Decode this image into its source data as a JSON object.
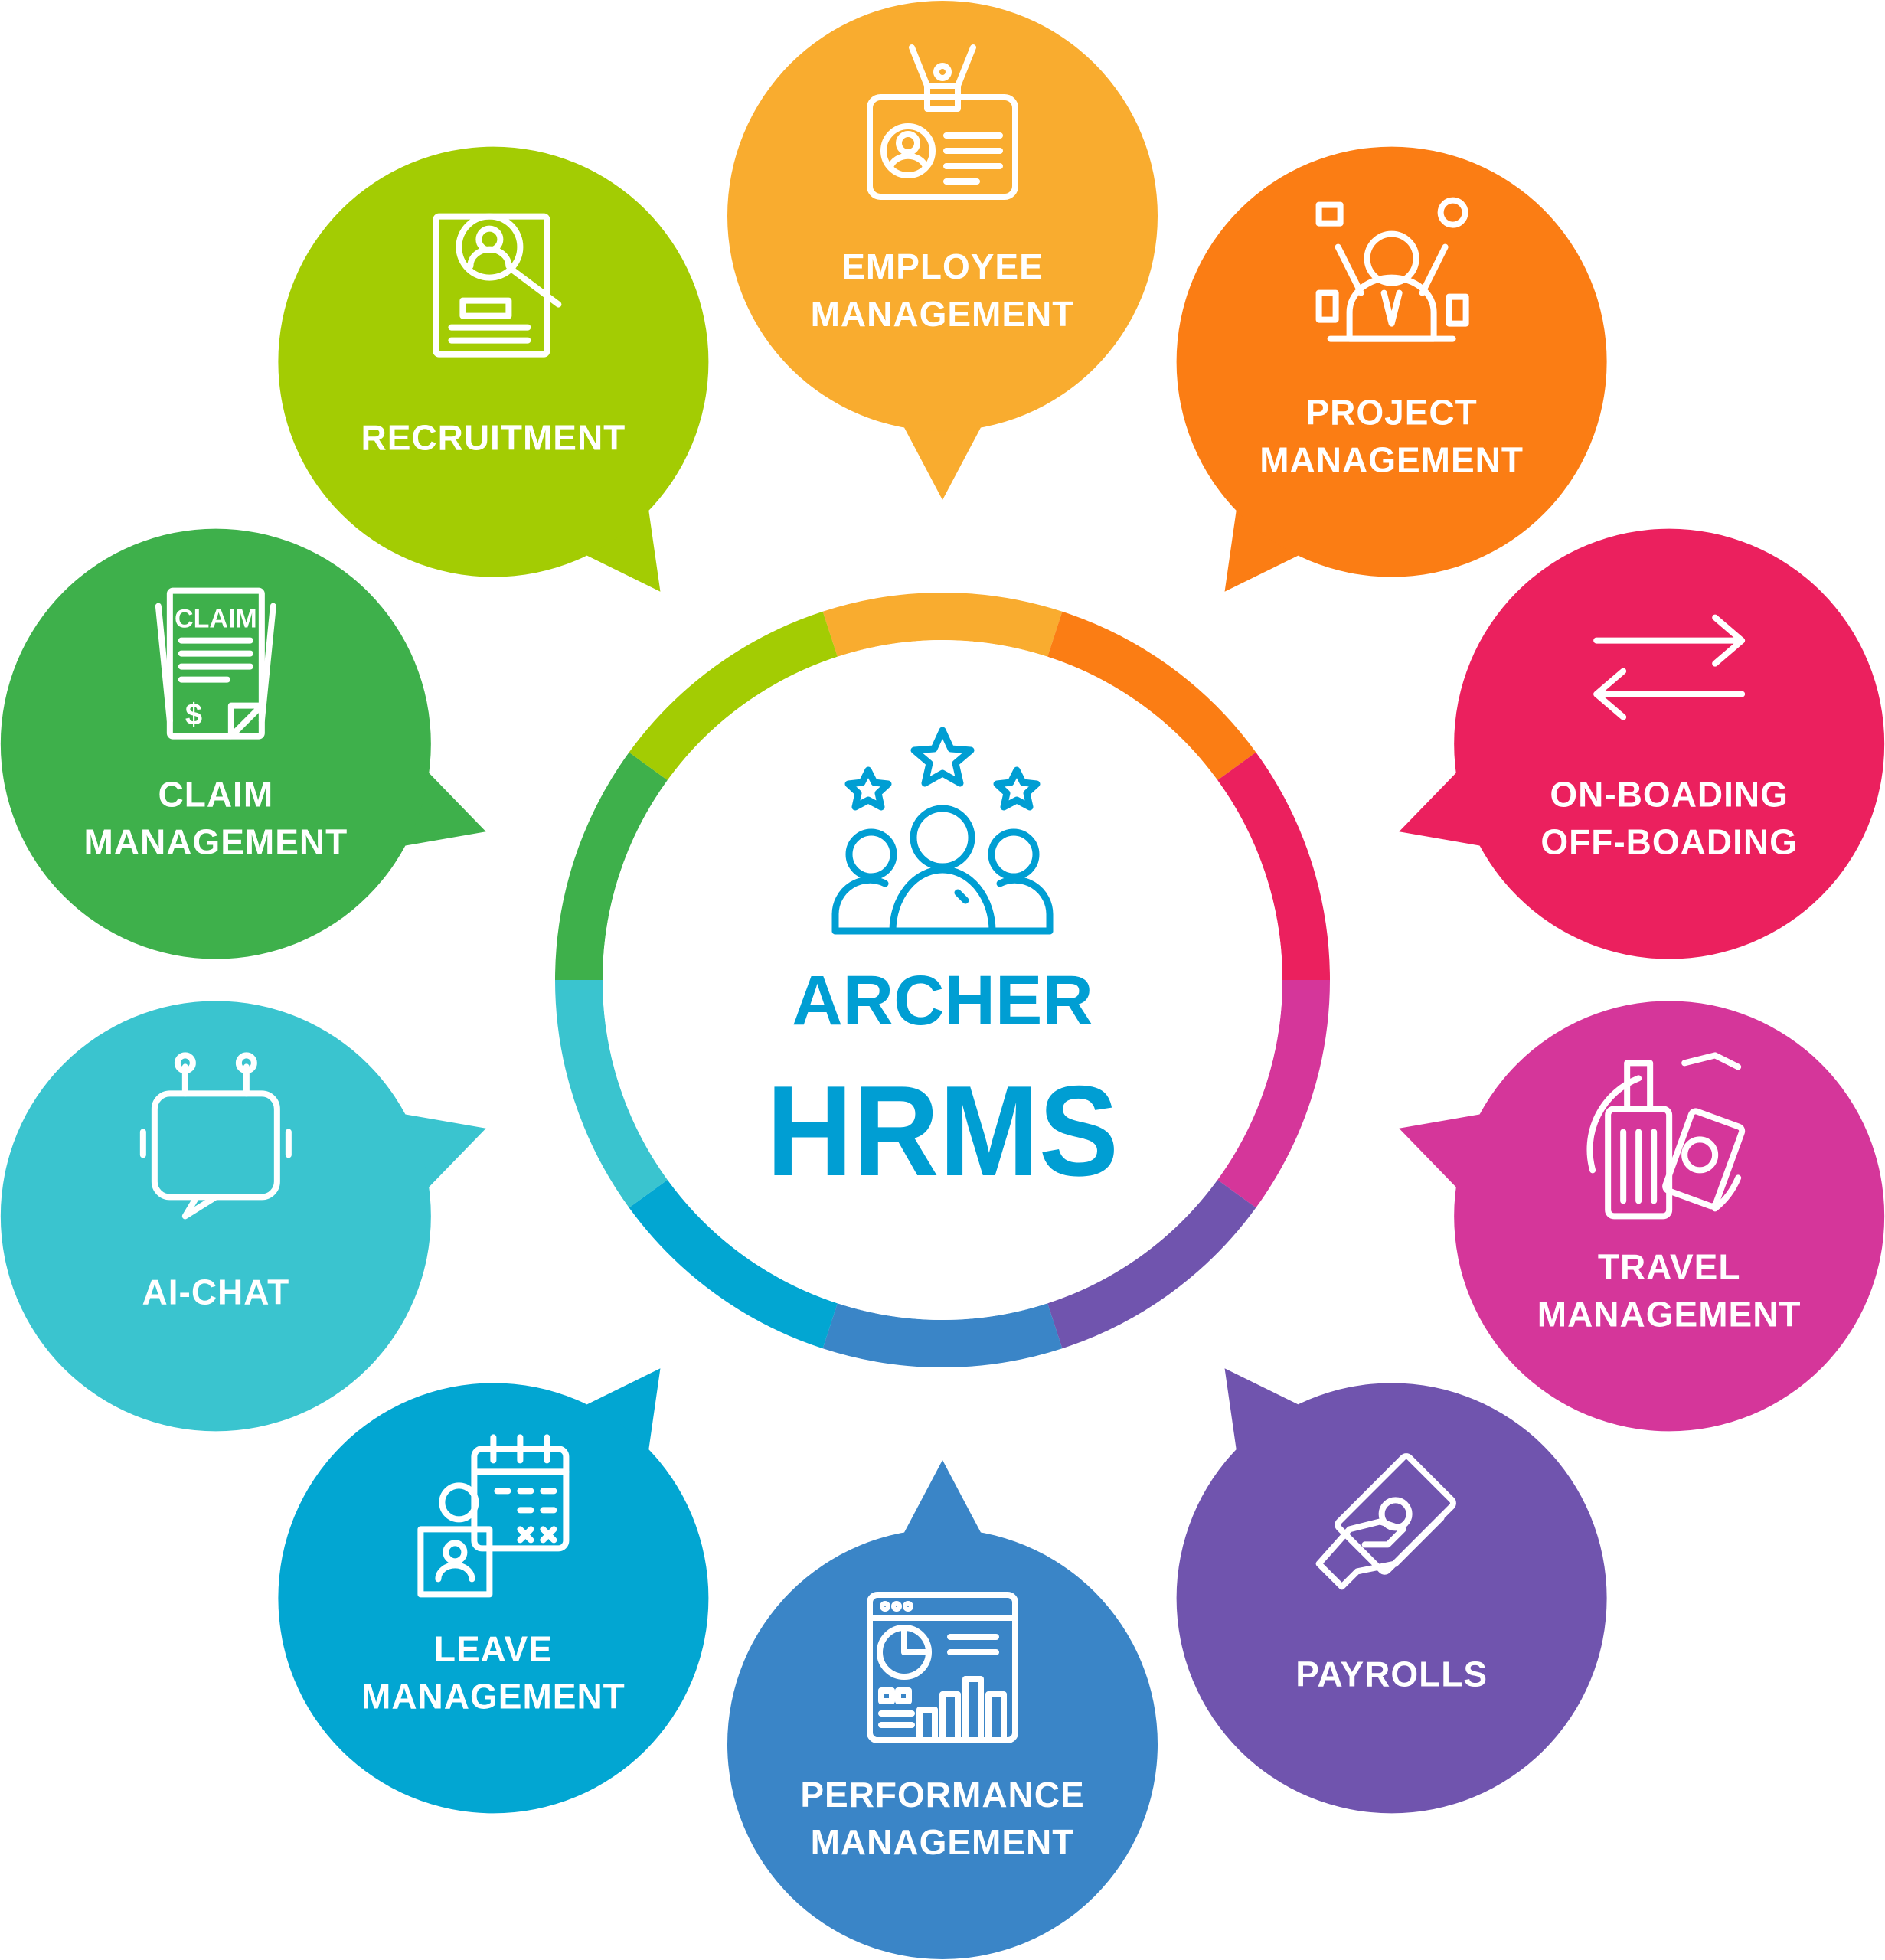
{
  "center": {
    "title_top": "ARCHER",
    "title_bottom": "HRMS",
    "icon": "team-stars-icon",
    "color": "#009ED3"
  },
  "modules": [
    {
      "key": "employee",
      "lines": [
        "EMPLOYEE",
        "MANAGEMENT"
      ],
      "color": "#F9AC2F",
      "icon": "id-badge-icon"
    },
    {
      "key": "project",
      "lines": [
        "PROJECT",
        "MANAGEMENT"
      ],
      "color": "#FB7D14",
      "icon": "multitasking-person-icon"
    },
    {
      "key": "onboarding",
      "lines": [
        "ON-BOADING",
        "OFF-BOADING"
      ],
      "color": "#EB205E",
      "icon": "swap-arrows-icon"
    },
    {
      "key": "travel",
      "lines": [
        "TRAVEL",
        "MANAGEMENT"
      ],
      "color": "#D5369A",
      "icon": "luggage-passport-icon"
    },
    {
      "key": "payrolls",
      "lines": [
        "PAYROLLS"
      ],
      "color": "#7054AE",
      "icon": "hand-money-icon"
    },
    {
      "key": "performance",
      "lines": [
        "PERFORMANCE",
        "MANAGEMENT"
      ],
      "color": "#3A85C7",
      "icon": "dashboard-chart-icon"
    },
    {
      "key": "leave",
      "lines": [
        "LEAVE",
        "MANAGEMENT"
      ],
      "color": "#02A6D2",
      "icon": "calendar-person-icon"
    },
    {
      "key": "aichat",
      "lines": [
        "AI-CHAT"
      ],
      "color": "#3AC4CF",
      "icon": "robot-chat-icon"
    },
    {
      "key": "claim",
      "lines": [
        "CLAIM",
        "MANAGEMENT"
      ],
      "color": "#3EB04B",
      "icon": "claim-document-icon",
      "icon_text": "CLAIM"
    },
    {
      "key": "recruitment",
      "lines": [
        "RECRUITMENT"
      ],
      "color": "#A3CC03",
      "icon": "resume-search-icon"
    }
  ]
}
